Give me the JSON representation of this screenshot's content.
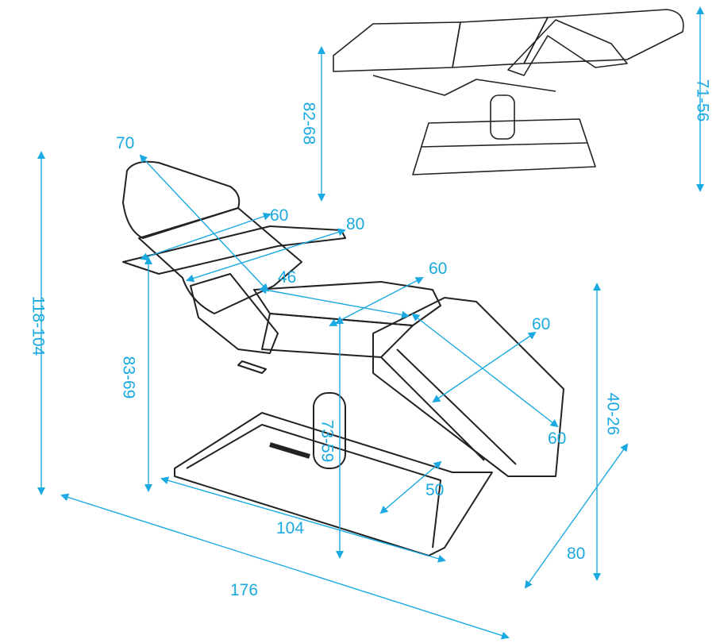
{
  "colors": {
    "dimension": "#1aa9e0",
    "drawing": "#222222"
  },
  "dimensions": {
    "overall_height": "118-104",
    "armrest_height": "83-69",
    "overall_length": "176",
    "base_length": "104",
    "width": "80",
    "seat_height": "40-26",
    "column_height": "73-59",
    "base_width": "50",
    "backrest_length": "70",
    "backrest_width": "60",
    "armrest_span": "80",
    "seat_length": "46",
    "seat_width": "60",
    "leg_width": "60",
    "leg_length": "60",
    "flat_height": "82-68",
    "recline_height": "71-56"
  }
}
